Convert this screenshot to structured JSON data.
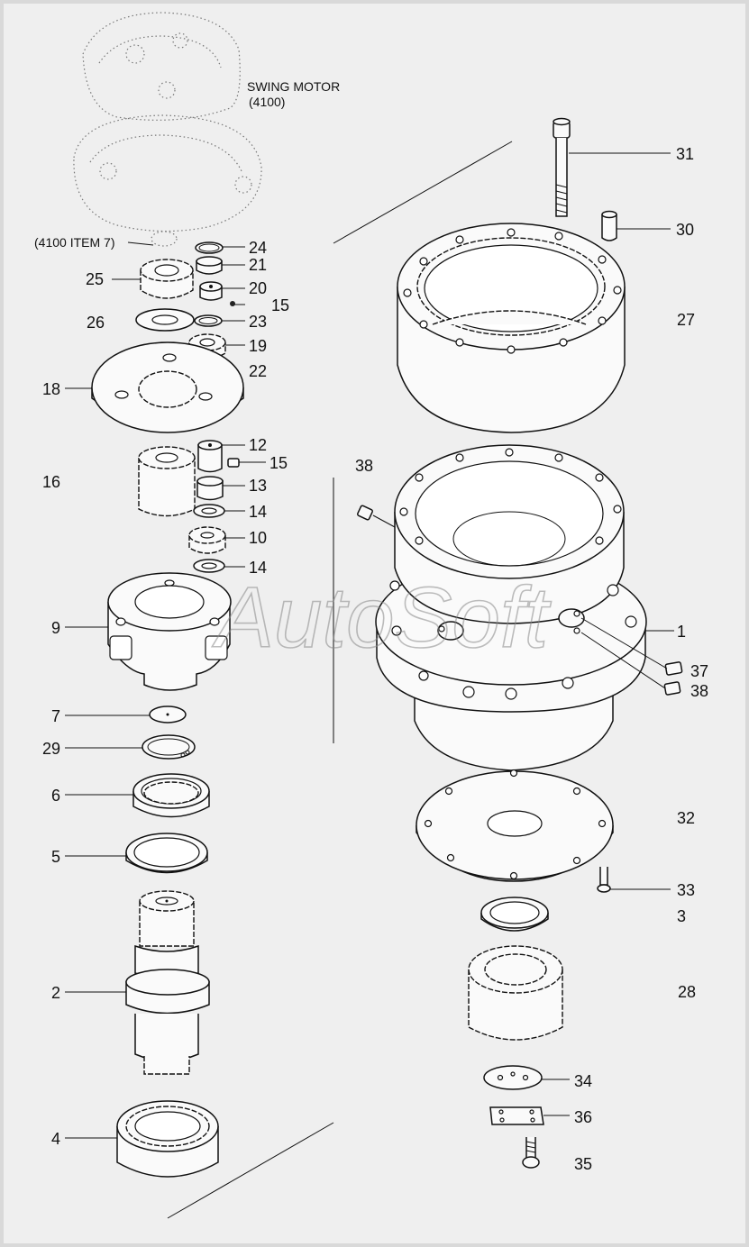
{
  "title": "",
  "notes": {
    "swing_motor_line1": "SWING MOTOR",
    "swing_motor_line2": "(4100)",
    "item_ref": "(4100 ITEM 7)"
  },
  "watermark": "AutoSoft",
  "labels": {
    "l1": "1",
    "l2": "2",
    "l3": "3",
    "l4": "4",
    "l5": "5",
    "l6": "6",
    "l7": "7",
    "l9": "9",
    "l10": "10",
    "l12": "12",
    "l13": "13",
    "l14a": "14",
    "l14b": "14",
    "l15a": "15",
    "l15b": "15",
    "l16": "16",
    "l18": "18",
    "l19": "19",
    "l20": "20",
    "l21": "21",
    "l22": "22",
    "l23": "23",
    "l24": "24",
    "l25": "25",
    "l26": "26",
    "l27": "27",
    "l28": "28",
    "l29": "29",
    "l30": "30",
    "l31": "31",
    "l32": "32",
    "l33": "33",
    "l34": "34",
    "l35": "35",
    "l36": "36",
    "l37": "37",
    "l38a": "38",
    "l38b": "38"
  }
}
